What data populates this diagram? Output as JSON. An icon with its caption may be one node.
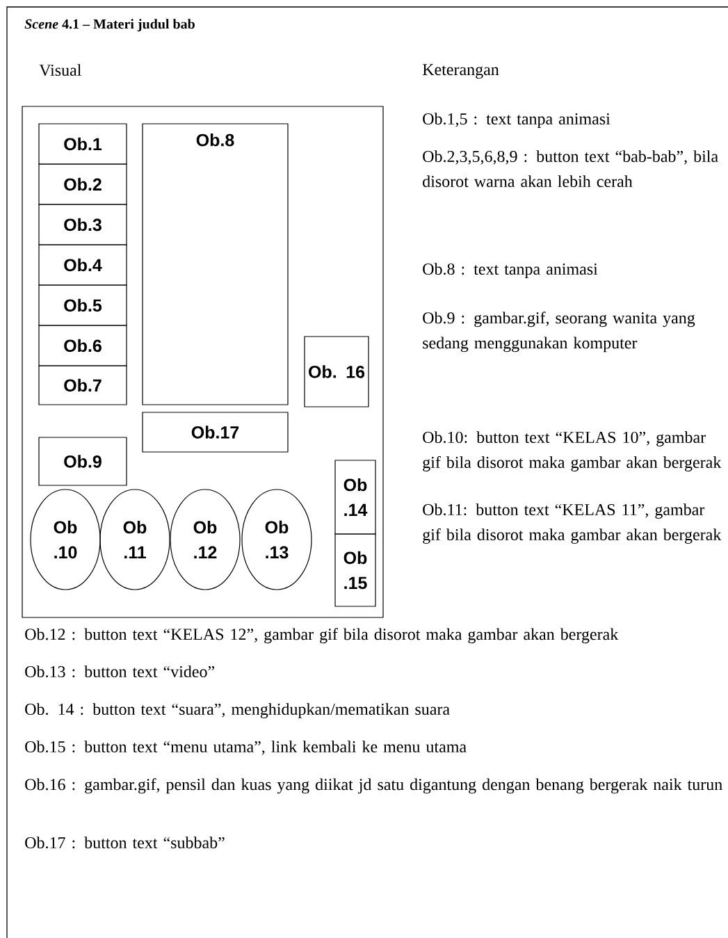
{
  "diagram": {
    "title": "*Scene* 4.1 – Materi judul bab",
    "nodes": [
      {
        "text": [],
        "shape": "box"
      },
      {
        "text": [
          "Ob.1"
        ],
        "in": 0
      },
      {
        "text": [
          "Ob.2"
        ],
        "in": 0
      },
      {
        "text": [
          "Ob.3"
        ],
        "in": 0
      },
      {
        "text": [
          "Ob.4"
        ],
        "in": 0
      },
      {
        "text": [
          "Ob.5"
        ],
        "in": 0
      },
      {
        "text": [
          "Ob.6"
        ],
        "in": 0
      },
      {
        "text": [
          "Ob.7"
        ],
        "in": 0
      },
      {
        "text": [
          "Ob.8"
        ],
        "in": 0
      },
      {
        "text": [
          "Ob. 16"
        ],
        "in": 0
      },
      {
        "text": [
          "Ob.17"
        ],
        "in": 0
      },
      {
        "text": [
          "Ob.9"
        ],
        "in": 0
      },
      {
        "text": [
          "Ob .14"
        ],
        "in": 0
      },
      {
        "text": [
          "Ob .10"
        ],
        "in": 0
      },
      {
        "text": [
          "Ob .11"
        ],
        "in": 0
      },
      {
        "text": [
          "Ob .12"
        ],
        "in": 0
      },
      {
        "text": [
          "Ob .13"
        ],
        "in": 0
      },
      {
        "text": [
          "Ob .15"
        ],
        "in": 0
      }
    ],
    "edges": [],
    "labels": [
      "Visual",
      "Keterangan",
      "Ob.1,5 : text tanpa animasi",
      "Ob.2,3,5,6,8,9 : button text “bab-bab”, bila disorot warna akan lebih cerah",
      "Ob.8 : text tanpa animasi",
      "Ob.9 : gambar.gif, seorang wanita yang sedang menggunakan komputer",
      "Ob.10: button text “KELAS 10”, gambar gif bila disorot maka gambar akan bergerak",
      "Ob.11: button text “KELAS 11”, gambar gif bila disorot maka gambar akan bergerak",
      "Ob.12 : button text “KELAS 12”, gambar gif bila disorot maka gambar akan bergerak",
      "Ob.13 : button text “video”",
      "Ob. 14 : button text “suara”, menghidupkan/mematikan suara",
      "Ob.15 : button text “menu utama”, link kembali ke menu utama",
      "Ob.16 : gambar.gif, pensil dan kuas yang diikat jd satu digantung dengan benang bergerak naik turun",
      "Ob.17 : button text “subbab”"
    ]
  }
}
